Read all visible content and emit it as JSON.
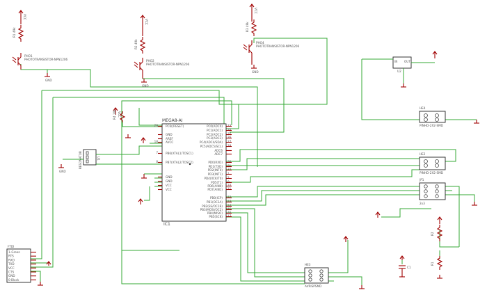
{
  "labels": {
    "vcc": "VCC",
    "gnd": "GND",
    "pho1_name": "PHO1",
    "pho1_part": "PHOTOTRANSISTOR-NPN1206",
    "pho2_name": "PHO2",
    "pho2_part": "PHOTOTRANSISTOR-NPN1206",
    "pho3_name": "PHO4",
    "pho3_part": "PHOTOTRANSISTOR-NPN1206",
    "r1_val": "R1 49k",
    "r2_val": "R2 49k",
    "r3_val": "R3 49k",
    "r4_val": "R4 10k",
    "mcu_part": "MEGA8-AI",
    "mcu_ref": "IC1",
    "res_label": "RESONATOR",
    "res_ref": "U1",
    "reg_in": "IN",
    "reg_out": "OUT",
    "reg_ref": "U2",
    "h1_name": "HE4",
    "h1_part": "PINHD-2X2-SMD",
    "h2_name": "HE2",
    "h2_part": "PINHD-2X2-SMD",
    "h3_name": "JP1",
    "h3_part": "2x3",
    "h4_name": "HE3",
    "h4_part": "AVRISPSMD",
    "cap_ref": "C1",
    "ftdi_ref": "FTDI",
    "r5_label": "R2",
    "r6_label": "R1"
  },
  "mcu_left_pins": [
    {
      "num": "29",
      "name": "PC6(/RESET)"
    },
    {
      "num": "",
      "name": "GND"
    },
    {
      "num": "",
      "name": "AREF"
    },
    {
      "num": "18",
      "name": "AVCC"
    },
    {
      "num": "7",
      "name": "PB6(XTAL1/TOSC1)"
    },
    {
      "num": "8",
      "name": "PB7(XTAL2/TOSC2)"
    },
    {
      "num": "",
      "name": "GND"
    },
    {
      "num": "",
      "name": "GND"
    },
    {
      "num": "",
      "name": "VCC"
    },
    {
      "num": "",
      "name": "VCC"
    }
  ],
  "mcu_right_pins": [
    {
      "num": "23",
      "name": "PC0(ADC0)"
    },
    {
      "num": "24",
      "name": "PC1(ADC1)"
    },
    {
      "num": "25",
      "name": "PC2(ADC2)"
    },
    {
      "num": "26",
      "name": "PC3(ADC3)"
    },
    {
      "num": "27",
      "name": "PC4(ADC4/SDA)"
    },
    {
      "num": "28",
      "name": "PC5(ADC5/SCL)"
    },
    {
      "num": "",
      "name": "ADC6"
    },
    {
      "num": "",
      "name": "ADC7"
    },
    {
      "num": "30",
      "name": "PD0(RXD)"
    },
    {
      "num": "31",
      "name": "PD1(TXD)"
    },
    {
      "num": "32",
      "name": "PD2(INT0)"
    },
    {
      "num": "1",
      "name": "PD3(INT1)"
    },
    {
      "num": "2",
      "name": "PD4(XCK/T0)"
    },
    {
      "num": "9",
      "name": "PD5(T1)"
    },
    {
      "num": "10",
      "name": "PD6(AIN0)"
    },
    {
      "num": "11",
      "name": "PD7(AIN1)"
    },
    {
      "num": "12",
      "name": "PB0(ICP)"
    },
    {
      "num": "13",
      "name": "PB1(OC1A)"
    },
    {
      "num": "14",
      "name": "PB2(SS/OC1B)"
    },
    {
      "num": "15",
      "name": "PB3(MOSI/OC2)"
    },
    {
      "num": "16",
      "name": "PB4(MISO)"
    },
    {
      "num": "17",
      "name": "PB5(SCK)"
    }
  ],
  "ftdi_pins": [
    "1-Green",
    "RTS",
    "RXD",
    "TXD",
    "VCC",
    "CTS",
    "GND",
    "0-Black"
  ]
}
